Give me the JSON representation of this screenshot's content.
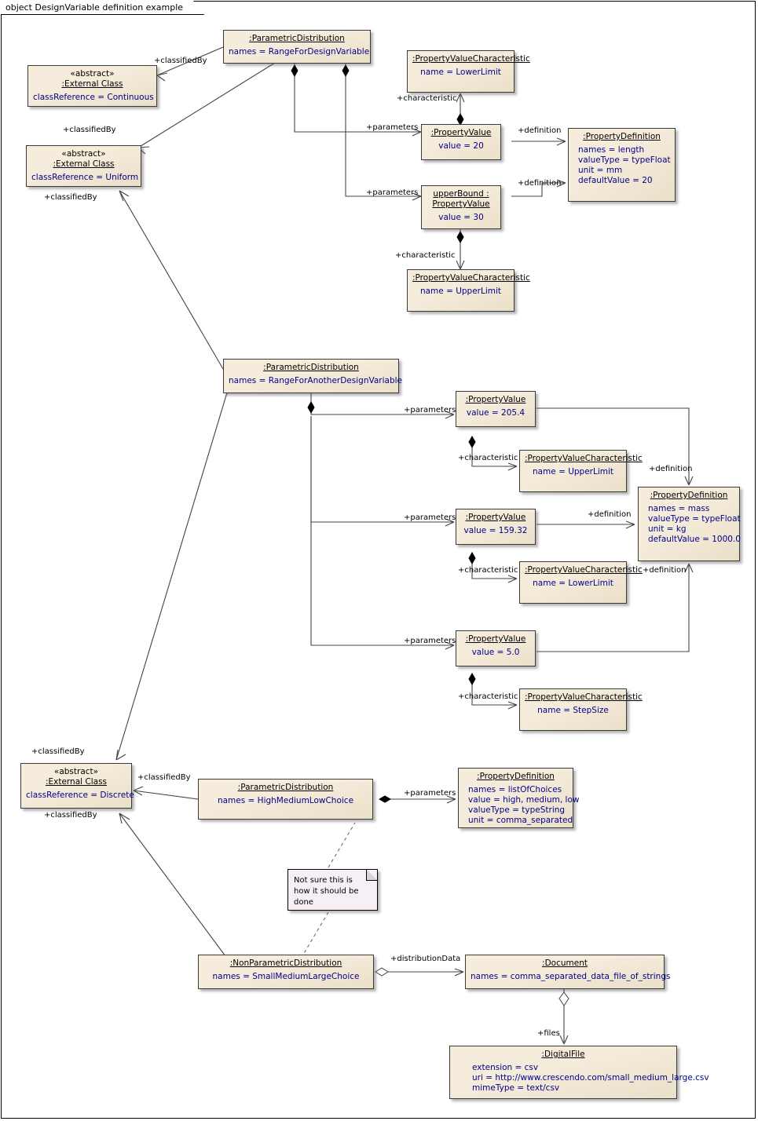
{
  "frame": {
    "title": "object DesignVariable definition example"
  },
  "nodes": {
    "param_dist_rfdv": {
      "title": ":ParametricDistribution",
      "attrs": [
        "names = RangeForDesignVariable"
      ]
    },
    "ext_continuous": {
      "stereotype": "«abstract»",
      "title": ":External Class",
      "attrs": [
        "classReference = Continuous"
      ]
    },
    "ext_uniform": {
      "stereotype": "«abstract»",
      "title": ":External Class",
      "attrs": [
        "classReference = Uniform"
      ]
    },
    "pvc_lower_top": {
      "title": ":PropertyValueCharacteristic",
      "attrs": [
        "name = LowerLimit"
      ]
    },
    "pv_20": {
      "title": ":PropertyValue",
      "attrs": [
        "value = 20"
      ]
    },
    "pv_upper_bound_30": {
      "title": "upperBound :",
      "title2": "PropertyValue",
      "attrs": [
        "value = 30"
      ]
    },
    "pvc_upper_top": {
      "title": ":PropertyValueCharacteristic",
      "attrs": [
        "name = UpperLimit"
      ]
    },
    "propdef_length": {
      "title": ":PropertyDefinition",
      "attrs": [
        "names = length",
        "valueType = typeFloat",
        "unit = mm",
        "defaultValue = 20"
      ]
    },
    "param_dist_rfadv": {
      "title": ":ParametricDistribution",
      "attrs": [
        "names = RangeForAnotherDesignVariable"
      ]
    },
    "pv_2054": {
      "title": ":PropertyValue",
      "attrs": [
        "value = 205.4"
      ]
    },
    "pvc_upper_mid": {
      "title": ":PropertyValueCharacteristic",
      "attrs": [
        "name = UpperLimit"
      ]
    },
    "pv_15932": {
      "title": ":PropertyValue",
      "attrs": [
        "value = 159.32"
      ]
    },
    "pvc_lower_mid": {
      "title": ":PropertyValueCharacteristic",
      "attrs": [
        "name = LowerLimit"
      ]
    },
    "pv_50": {
      "title": ":PropertyValue",
      "attrs": [
        "value = 5.0"
      ]
    },
    "pvc_stepsize": {
      "title": ":PropertyValueCharacteristic",
      "attrs": [
        "name = StepSize"
      ]
    },
    "propdef_mass": {
      "title": ":PropertyDefinition",
      "attrs": [
        "names = mass",
        "valueType = typeFloat",
        "unit = kg",
        "defaultValue = 1000.0"
      ]
    },
    "ext_discrete": {
      "stereotype": "«abstract»",
      "title": ":External Class",
      "attrs": [
        "classReference = Discrete"
      ]
    },
    "param_dist_hml": {
      "title": ":ParametricDistribution",
      "attrs": [
        "names = HighMediumLowChoice"
      ]
    },
    "propdef_listofchoices": {
      "title": ":PropertyDefinition",
      "attrs": [
        "names = listOfChoices",
        "value = high, medium, low",
        "valueType = typeString",
        "unit = comma_separated"
      ]
    },
    "nonparam_dist_sml": {
      "title": ":NonParametricDistribution",
      "attrs": [
        "names = SmallMediumLargeChoice"
      ]
    },
    "document": {
      "title": ":Document",
      "attrs": [
        "names = comma_separated_data_file_of_strings"
      ]
    },
    "digital_file": {
      "title": ":DigitalFile",
      "attrs": [
        "extension = csv",
        "uri = http://www.crescendo.com/small_medium_large.csv",
        "mimeType = text/csv"
      ]
    }
  },
  "note": {
    "text": "Not sure this is how it should be done"
  },
  "labels": {
    "classifiedby_1": "+classifiedBy",
    "classifiedby_2": "+classifiedBy",
    "classifiedby_3": "+classifiedBy",
    "classifiedby_4": "+classifiedBy",
    "classifiedby_5": "+classifiedBy",
    "classifiedby_6": "+classifiedBy",
    "characteristic_1": "+characteristic",
    "characteristic_2": "+characteristic",
    "characteristic_3": "+characteristic",
    "characteristic_4": "+characteristic",
    "characteristic_5": "+characteristic",
    "parameters_1": "+parameters",
    "parameters_2": "+parameters",
    "parameters_3": "+parameters",
    "parameters_4": "+parameters",
    "parameters_5": "+parameters",
    "parameters_6": "+parameters",
    "definition_1": "+definition",
    "definition_2": "+definition",
    "definition_3": "+definition",
    "definition_4": "+definition",
    "definition_5": "+definition",
    "distributiondata": "+distributionData",
    "files": "+files"
  }
}
